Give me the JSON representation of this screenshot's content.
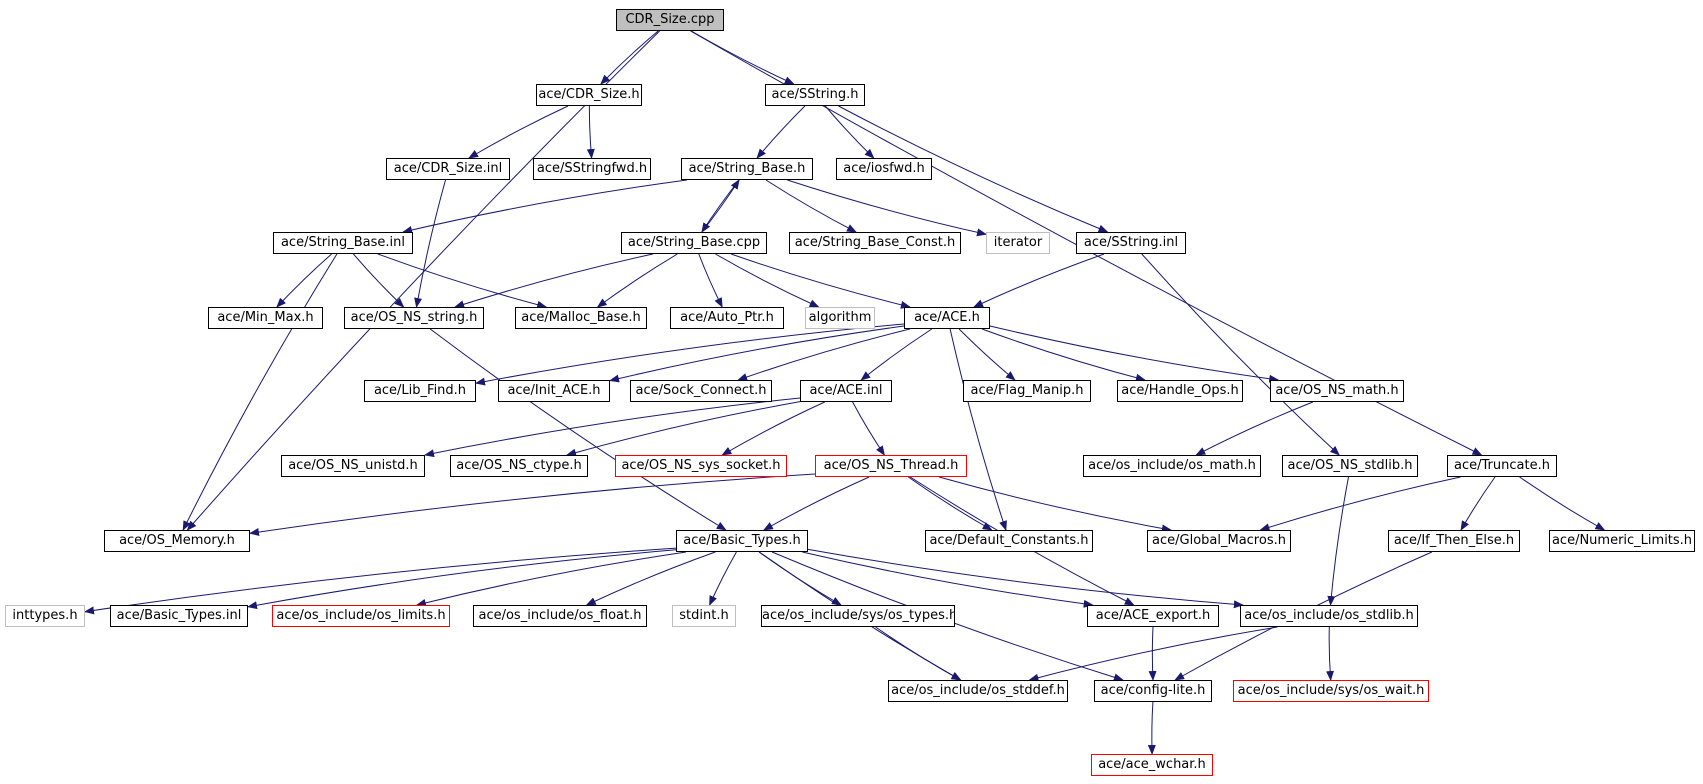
{
  "colors": {
    "edge": "#191970",
    "root_fill": "#bfbfbf",
    "normal_border": "#000000",
    "truncated_border": "#ff0000",
    "external_border": "#bfbfbf"
  },
  "nodes": [
    {
      "id": "root",
      "label": "CDR_Size.cpp",
      "kind": "root"
    },
    {
      "id": "cdr_size_h",
      "label": "ace/CDR_Size.h",
      "kind": "normal"
    },
    {
      "id": "sstring_h",
      "label": "ace/SString.h",
      "kind": "normal"
    },
    {
      "id": "cdr_size_inl",
      "label": "ace/CDR_Size.inl",
      "kind": "normal"
    },
    {
      "id": "sstringfwd_h",
      "label": "ace/SStringfwd.h",
      "kind": "normal"
    },
    {
      "id": "string_base_h",
      "label": "ace/String_Base.h",
      "kind": "normal"
    },
    {
      "id": "iosfwd_h",
      "label": "ace/iosfwd.h",
      "kind": "normal"
    },
    {
      "id": "string_base_inl",
      "label": "ace/String_Base.inl",
      "kind": "normal"
    },
    {
      "id": "string_base_cpp",
      "label": "ace/String_Base.cpp",
      "kind": "normal"
    },
    {
      "id": "string_base_const_h",
      "label": "ace/String_Base_Const.h",
      "kind": "normal"
    },
    {
      "id": "iterator",
      "label": "iterator",
      "kind": "external"
    },
    {
      "id": "sstring_inl",
      "label": "ace/SString.inl",
      "kind": "normal"
    },
    {
      "id": "min_max_h",
      "label": "ace/Min_Max.h",
      "kind": "normal"
    },
    {
      "id": "os_ns_string_h",
      "label": "ace/OS_NS_string.h",
      "kind": "normal"
    },
    {
      "id": "malloc_base_h",
      "label": "ace/Malloc_Base.h",
      "kind": "normal"
    },
    {
      "id": "auto_ptr_h",
      "label": "ace/Auto_Ptr.h",
      "kind": "normal"
    },
    {
      "id": "algorithm",
      "label": "algorithm",
      "kind": "external"
    },
    {
      "id": "ace_h",
      "label": "ace/ACE.h",
      "kind": "normal"
    },
    {
      "id": "lib_find_h",
      "label": "ace/Lib_Find.h",
      "kind": "normal"
    },
    {
      "id": "init_ace_h",
      "label": "ace/Init_ACE.h",
      "kind": "normal"
    },
    {
      "id": "sock_connect_h",
      "label": "ace/Sock_Connect.h",
      "kind": "normal"
    },
    {
      "id": "ace_inl",
      "label": "ace/ACE.inl",
      "kind": "normal"
    },
    {
      "id": "flag_manip_h",
      "label": "ace/Flag_Manip.h",
      "kind": "normal"
    },
    {
      "id": "handle_ops_h",
      "label": "ace/Handle_Ops.h",
      "kind": "normal"
    },
    {
      "id": "os_ns_math_h",
      "label": "ace/OS_NS_math.h",
      "kind": "normal"
    },
    {
      "id": "os_ns_unistd_h",
      "label": "ace/OS_NS_unistd.h",
      "kind": "normal"
    },
    {
      "id": "os_ns_ctype_h",
      "label": "ace/OS_NS_ctype.h",
      "kind": "normal"
    },
    {
      "id": "os_ns_sys_socket_h",
      "label": "ace/OS_NS_sys_socket.h",
      "kind": "truncated"
    },
    {
      "id": "os_ns_thread_h",
      "label": "ace/OS_NS_Thread.h",
      "kind": "truncated"
    },
    {
      "id": "os_math_h",
      "label": "ace/os_include/os_math.h",
      "kind": "normal"
    },
    {
      "id": "os_ns_stdlib_h",
      "label": "ace/OS_NS_stdlib.h",
      "kind": "normal"
    },
    {
      "id": "truncate_h",
      "label": "ace/Truncate.h",
      "kind": "normal"
    },
    {
      "id": "os_memory_h",
      "label": "ace/OS_Memory.h",
      "kind": "normal"
    },
    {
      "id": "basic_types_h",
      "label": "ace/Basic_Types.h",
      "kind": "normal"
    },
    {
      "id": "default_constants_h",
      "label": "ace/Default_Constants.h",
      "kind": "normal"
    },
    {
      "id": "global_macros_h",
      "label": "ace/Global_Macros.h",
      "kind": "normal"
    },
    {
      "id": "if_then_else_h",
      "label": "ace/If_Then_Else.h",
      "kind": "normal"
    },
    {
      "id": "numeric_limits_h",
      "label": "ace/Numeric_Limits.h",
      "kind": "normal"
    },
    {
      "id": "inttypes_h",
      "label": "inttypes.h",
      "kind": "external"
    },
    {
      "id": "basic_types_inl",
      "label": "ace/Basic_Types.inl",
      "kind": "normal"
    },
    {
      "id": "os_limits_h",
      "label": "ace/os_include/os_limits.h",
      "kind": "truncated"
    },
    {
      "id": "os_float_h",
      "label": "ace/os_include/os_float.h",
      "kind": "normal"
    },
    {
      "id": "stdint_h",
      "label": "stdint.h",
      "kind": "external"
    },
    {
      "id": "os_types_h",
      "label": "ace/os_include/sys/os_types.h",
      "kind": "normal"
    },
    {
      "id": "ace_export_h",
      "label": "ace/ACE_export.h",
      "kind": "normal"
    },
    {
      "id": "os_stdlib_h",
      "label": "ace/os_include/os_stdlib.h",
      "kind": "normal"
    },
    {
      "id": "os_stddef_h",
      "label": "ace/os_include/os_stddef.h",
      "kind": "normal"
    },
    {
      "id": "config_lite_h",
      "label": "ace/config-lite.h",
      "kind": "normal"
    },
    {
      "id": "os_wait_h",
      "label": "ace/os_include/sys/os_wait.h",
      "kind": "truncated"
    },
    {
      "id": "ace_wchar_h",
      "label": "ace/ace_wchar.h",
      "kind": "truncated"
    }
  ],
  "edges": [
    [
      "root",
      "cdr_size_h"
    ],
    [
      "root",
      "sstring_h"
    ],
    [
      "root",
      "os_memory_h"
    ],
    [
      "root",
      "truncate_h"
    ],
    [
      "cdr_size_h",
      "cdr_size_inl"
    ],
    [
      "cdr_size_h",
      "sstringfwd_h"
    ],
    [
      "sstring_h",
      "string_base_h"
    ],
    [
      "sstring_h",
      "iosfwd_h"
    ],
    [
      "sstring_h",
      "sstring_inl"
    ],
    [
      "cdr_size_inl",
      "os_ns_string_h"
    ],
    [
      "string_base_h",
      "string_base_inl"
    ],
    [
      "string_base_h",
      "string_base_cpp"
    ],
    [
      "string_base_h",
      "string_base_const_h"
    ],
    [
      "string_base_h",
      "iterator"
    ],
    [
      "string_base_cpp",
      "string_base_h"
    ],
    [
      "string_base_inl",
      "min_max_h"
    ],
    [
      "string_base_inl",
      "os_ns_string_h"
    ],
    [
      "string_base_inl",
      "malloc_base_h"
    ],
    [
      "string_base_inl",
      "os_memory_h"
    ],
    [
      "string_base_cpp",
      "os_ns_string_h"
    ],
    [
      "string_base_cpp",
      "malloc_base_h"
    ],
    [
      "string_base_cpp",
      "auto_ptr_h"
    ],
    [
      "string_base_cpp",
      "algorithm"
    ],
    [
      "string_base_cpp",
      "ace_h"
    ],
    [
      "sstring_inl",
      "ace_h"
    ],
    [
      "sstring_inl",
      "os_ns_stdlib_h"
    ],
    [
      "os_ns_string_h",
      "basic_types_h"
    ],
    [
      "ace_h",
      "lib_find_h"
    ],
    [
      "ace_h",
      "init_ace_h"
    ],
    [
      "ace_h",
      "sock_connect_h"
    ],
    [
      "ace_h",
      "ace_inl"
    ],
    [
      "ace_h",
      "flag_manip_h"
    ],
    [
      "ace_h",
      "handle_ops_h"
    ],
    [
      "ace_h",
      "os_ns_math_h"
    ],
    [
      "ace_h",
      "default_constants_h"
    ],
    [
      "ace_inl",
      "os_ns_unistd_h"
    ],
    [
      "ace_inl",
      "os_ns_ctype_h"
    ],
    [
      "ace_inl",
      "os_ns_sys_socket_h"
    ],
    [
      "ace_inl",
      "os_ns_thread_h"
    ],
    [
      "os_ns_math_h",
      "os_math_h"
    ],
    [
      "os_ns_thread_h",
      "os_memory_h"
    ],
    [
      "os_ns_thread_h",
      "basic_types_h"
    ],
    [
      "os_ns_thread_h",
      "default_constants_h"
    ],
    [
      "os_ns_thread_h",
      "global_macros_h"
    ],
    [
      "os_ns_thread_h",
      "ace_export_h"
    ],
    [
      "os_ns_stdlib_h",
      "os_stdlib_h"
    ],
    [
      "truncate_h",
      "global_macros_h"
    ],
    [
      "truncate_h",
      "if_then_else_h"
    ],
    [
      "truncate_h",
      "numeric_limits_h"
    ],
    [
      "if_then_else_h",
      "config_lite_h"
    ],
    [
      "basic_types_h",
      "inttypes_h"
    ],
    [
      "basic_types_h",
      "basic_types_inl"
    ],
    [
      "basic_types_h",
      "os_limits_h"
    ],
    [
      "basic_types_h",
      "os_float_h"
    ],
    [
      "basic_types_h",
      "stdint_h"
    ],
    [
      "basic_types_h",
      "os_types_h"
    ],
    [
      "basic_types_h",
      "ace_export_h"
    ],
    [
      "basic_types_h",
      "os_stdlib_h"
    ],
    [
      "basic_types_h",
      "os_stddef_h"
    ],
    [
      "basic_types_h",
      "config_lite_h"
    ],
    [
      "os_types_h",
      "os_stddef_h"
    ],
    [
      "ace_export_h",
      "config_lite_h"
    ],
    [
      "os_stdlib_h",
      "os_stddef_h"
    ],
    [
      "os_stdlib_h",
      "os_wait_h"
    ],
    [
      "config_lite_h",
      "ace_wchar_h"
    ]
  ]
}
